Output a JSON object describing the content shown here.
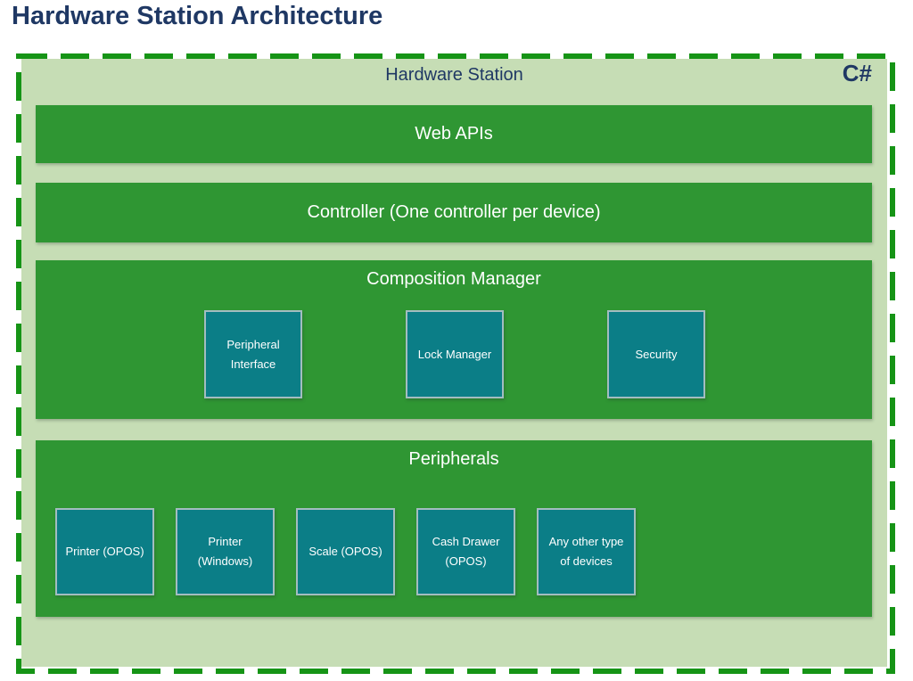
{
  "title": "Hardware Station Architecture",
  "station": {
    "label": "Hardware Station",
    "badge": "C#"
  },
  "layers": {
    "web_apis": {
      "label": "Web APIs"
    },
    "controller": {
      "label": "Controller (One controller per device)"
    },
    "composition_manager": {
      "label": "Composition Manager",
      "components": [
        {
          "label": "Peripheral Interface"
        },
        {
          "label": "Lock Manager"
        },
        {
          "label": "Security"
        }
      ]
    },
    "peripherals": {
      "label": "Peripherals",
      "components": [
        {
          "label": "Printer (OPOS)"
        },
        {
          "label": "Printer (Windows)"
        },
        {
          "label": "Scale (OPOS)"
        },
        {
          "label": "Cash Drawer (OPOS)"
        },
        {
          "label": "Any other type of devices"
        }
      ]
    }
  },
  "colors": {
    "title_navy": "#1F3864",
    "frame_green": "#169416",
    "container_light_green": "#C6DDB5",
    "layer_green": "#2F9633",
    "component_teal": "#0B7E87",
    "component_border": "#A3BDC0",
    "text_white": "#FFFFFF"
  }
}
